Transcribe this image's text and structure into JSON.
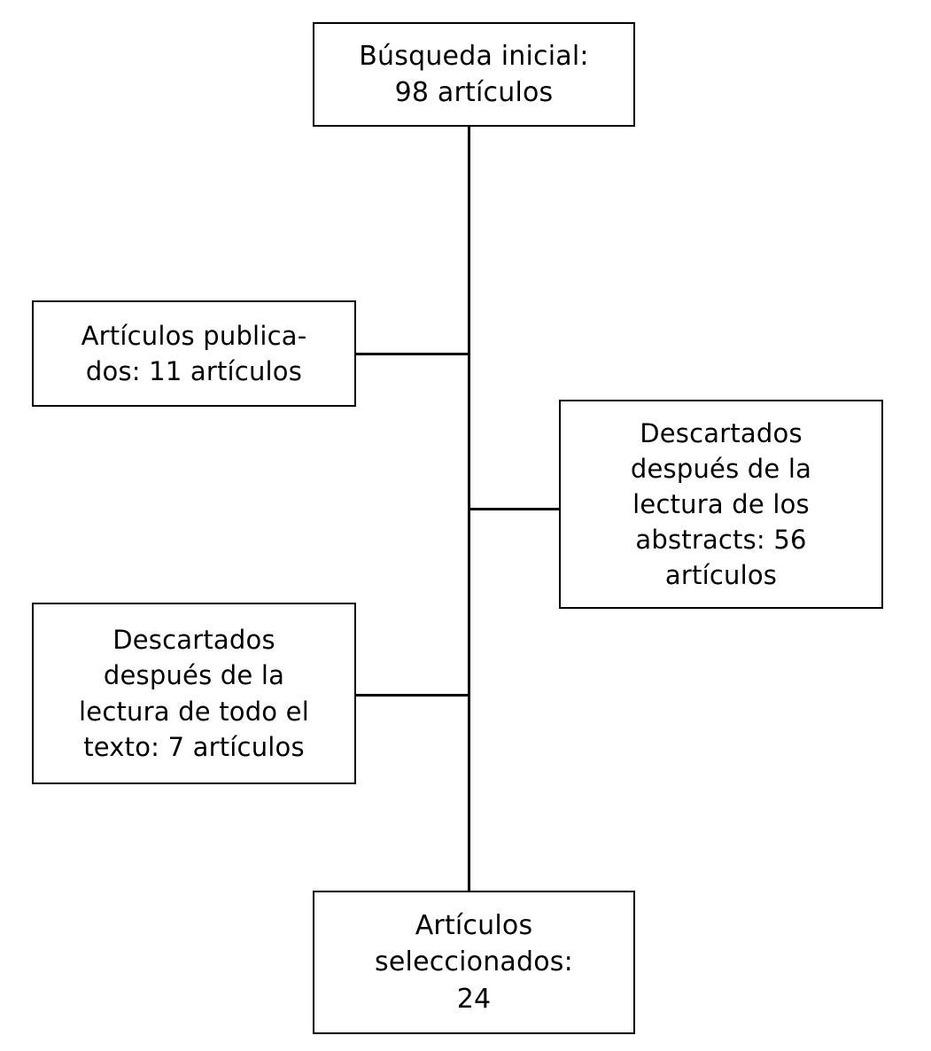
{
  "diagram": {
    "type": "flowchart",
    "language": "es",
    "background_color": "#ffffff",
    "line_color": "#000000",
    "text_color": "#000000",
    "nodes": [
      {
        "id": "initial-search",
        "text": "Búsqueda inicial:\n98 artículos",
        "count": 98
      },
      {
        "id": "published-articles",
        "text": "Artículos publica-\ndos: 11 artículos",
        "count": 11
      },
      {
        "id": "discarded-abstracts",
        "text": "Descartados\ndespués de la\nlectura de los\nabstracts: 56\nartículos",
        "count": 56
      },
      {
        "id": "discarded-fulltext",
        "text": "Descartados\ndespués de la\nlectura de todo el\ntexto: 7 artículos",
        "count": 7
      },
      {
        "id": "selected-articles",
        "text": "Artículos\nseleccionados:\n24",
        "count": 24
      }
    ],
    "edges": [
      {
        "id": "trunk-line",
        "from": "initial-search",
        "to": "selected-articles"
      },
      {
        "id": "branch-published",
        "from": "trunk-line",
        "to": "published-articles"
      },
      {
        "id": "branch-abstracts",
        "from": "trunk-line",
        "to": "discarded-abstracts"
      },
      {
        "id": "branch-fulltext",
        "from": "trunk-line",
        "to": "discarded-fulltext"
      }
    ]
  }
}
